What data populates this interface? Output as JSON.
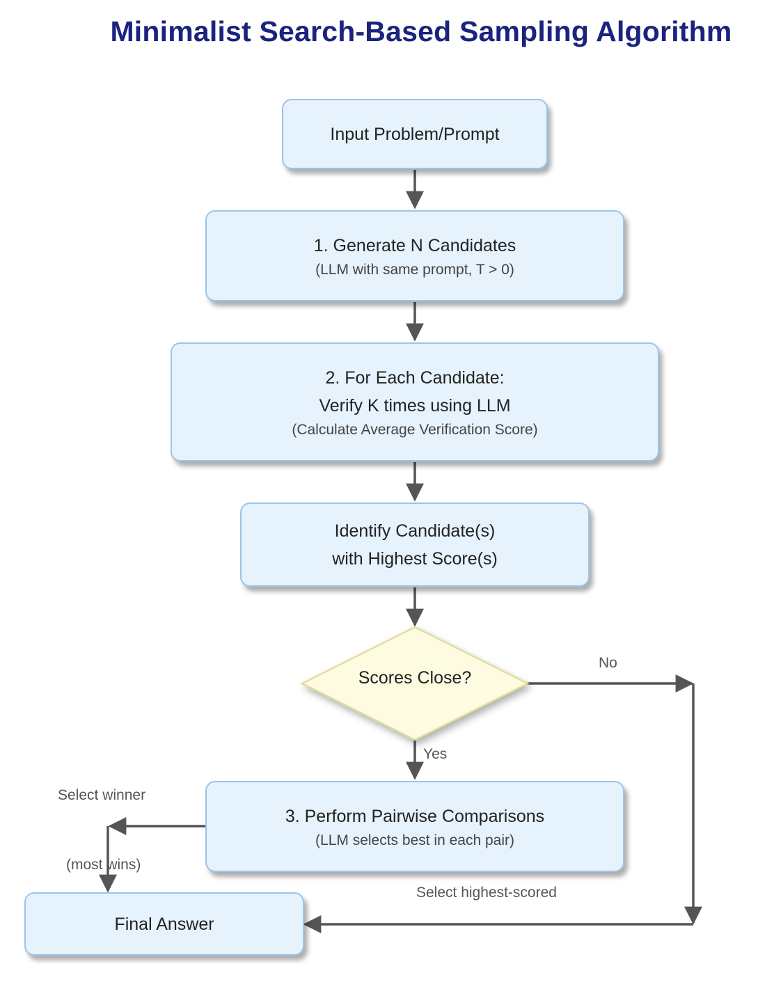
{
  "title": "Minimalist Search-Based Sampling Algorithm",
  "nodes": {
    "input": {
      "main": "Input Problem/Prompt"
    },
    "generate": {
      "main": "1. Generate N Candidates",
      "sub": "(LLM with same prompt, T > 0)"
    },
    "verify": {
      "main1": "2. For Each Candidate:",
      "main2": "Verify K times using LLM",
      "sub": "(Calculate Average Verification Score)"
    },
    "identify": {
      "main1": "Identify Candidate(s)",
      "main2": "with Highest Score(s)"
    },
    "decision": {
      "main": "Scores Close?"
    },
    "pairwise": {
      "main": "3. Perform Pairwise Comparisons",
      "sub": "(LLM selects best in each pair)"
    },
    "final": {
      "main": "Final Answer"
    }
  },
  "edge_labels": {
    "no": "No",
    "yes": "Yes",
    "select_winner": "Select winner",
    "most_wins": "(most wins)",
    "select_highest": "Select highest-scored"
  },
  "colors": {
    "title": "#1a237e",
    "node_fill": "#e6f2fc",
    "node_border": "#9cc4ea",
    "decision_fill": "#fdfbe0",
    "decision_border": "#e6dc9a",
    "connector": "#555555"
  }
}
